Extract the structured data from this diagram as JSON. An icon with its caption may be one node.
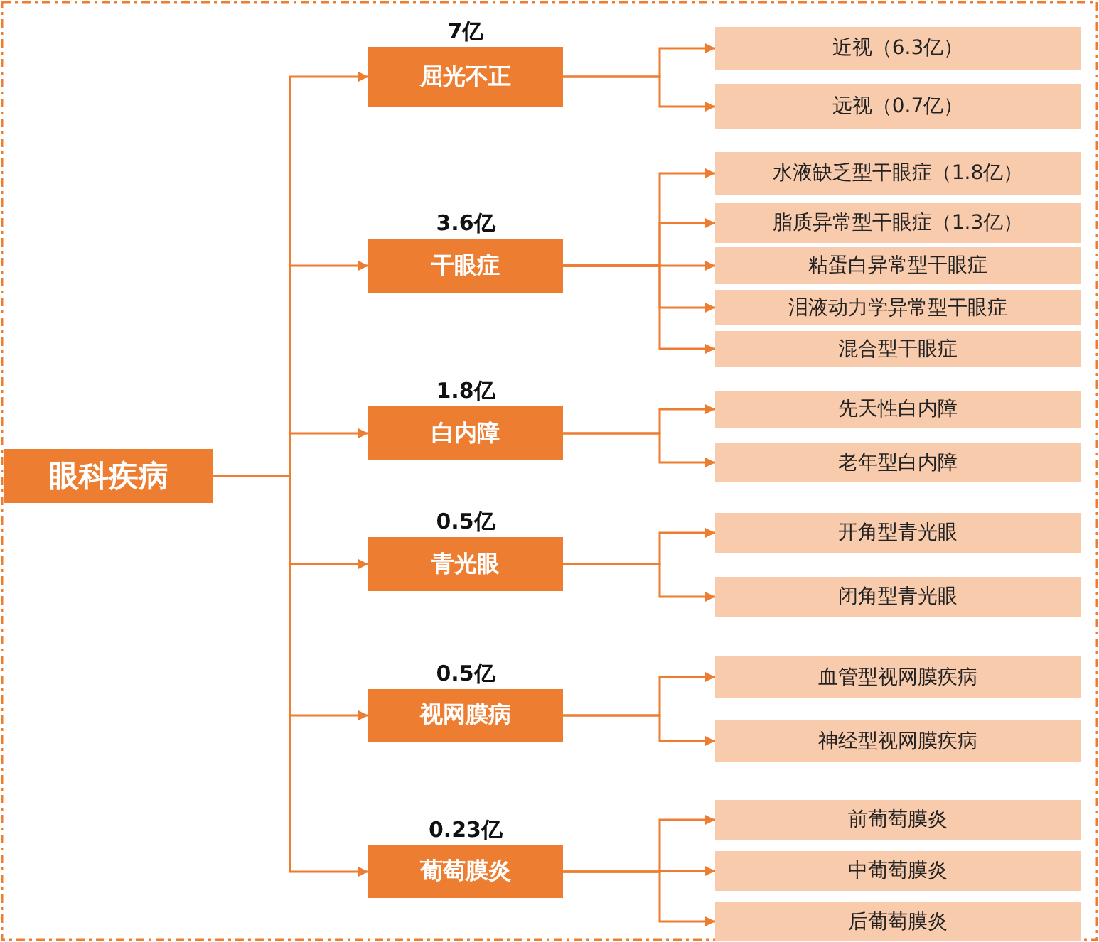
{
  "diagram": {
    "nodes": [
      {
        "text": [
          "眼科疾病"
        ]
      },
      {
        "text": [
          "屈光不正"
        ],
        "beside": [
          "7亿"
        ]
      },
      {
        "text": [
          "近视（6.3亿）"
        ]
      },
      {
        "text": [
          "远视（0.7亿）"
        ]
      },
      {
        "text": [
          "干眼症"
        ],
        "beside": [
          "3.6亿"
        ]
      },
      {
        "text": [
          "水液缺乏型干眼症（1.8亿）"
        ]
      },
      {
        "text": [
          "脂质异常型干眼症（1.3亿）"
        ]
      },
      {
        "text": [
          "粘蛋白异常型干眼症"
        ]
      },
      {
        "text": [
          "泪液动力学异常型干眼症"
        ]
      },
      {
        "text": [
          "混合型干眼症"
        ]
      },
      {
        "text": [
          "白内障"
        ],
        "beside": [
          "1.8亿"
        ]
      },
      {
        "text": [
          "先天性白内障"
        ]
      },
      {
        "text": [
          "老年型白内障"
        ]
      },
      {
        "text": [
          "青光眼"
        ],
        "beside": [
          "0.5亿"
        ]
      },
      {
        "text": [
          "开角型青光眼"
        ]
      },
      {
        "text": [
          "闭角型青光眼"
        ]
      },
      {
        "text": [
          "视网膜病"
        ],
        "beside": [
          "0.5亿"
        ]
      },
      {
        "text": [
          "血管型视网膜疾病"
        ]
      },
      {
        "text": [
          "神经型视网膜疾病"
        ]
      },
      {
        "text": [
          "葡萄膜炎"
        ],
        "beside": [
          "0.23亿"
        ]
      },
      {
        "text": [
          "前葡萄膜炎"
        ]
      },
      {
        "text": [
          "中葡萄膜炎"
        ]
      },
      {
        "text": [
          "后葡萄膜炎"
        ]
      }
    ],
    "edges": [
      {
        "from": 0,
        "to": 1,
        "arrow": "to"
      },
      {
        "from": 0,
        "to": 4,
        "arrow": "to"
      },
      {
        "from": 0,
        "to": 10,
        "arrow": "to"
      },
      {
        "from": 0,
        "to": 13,
        "arrow": "to"
      },
      {
        "from": 0,
        "to": 16,
        "arrow": "to"
      },
      {
        "from": 0,
        "to": 19,
        "arrow": "to"
      },
      {
        "from": 1,
        "to": 2,
        "arrow": "to"
      },
      {
        "from": 1,
        "to": 3,
        "arrow": "to"
      },
      {
        "from": 4,
        "to": 5,
        "arrow": "to"
      },
      {
        "from": 4,
        "to": 6,
        "arrow": "to"
      },
      {
        "from": 4,
        "to": 7,
        "arrow": "to"
      },
      {
        "from": 4,
        "to": 8,
        "arrow": "to"
      },
      {
        "from": 4,
        "to": 9,
        "arrow": "to"
      },
      {
        "from": 10,
        "to": 11,
        "arrow": "to"
      },
      {
        "from": 10,
        "to": 12,
        "arrow": "to"
      },
      {
        "from": 13,
        "to": 14,
        "arrow": "to"
      },
      {
        "from": 13,
        "to": 15,
        "arrow": "to"
      },
      {
        "from": 16,
        "to": 17,
        "arrow": "to"
      },
      {
        "from": 16,
        "to": 18,
        "arrow": "to"
      },
      {
        "from": 19,
        "to": 20,
        "arrow": "to"
      },
      {
        "from": 19,
        "to": 21,
        "arrow": "to"
      },
      {
        "from": 19,
        "to": 22,
        "arrow": "to"
      }
    ]
  }
}
